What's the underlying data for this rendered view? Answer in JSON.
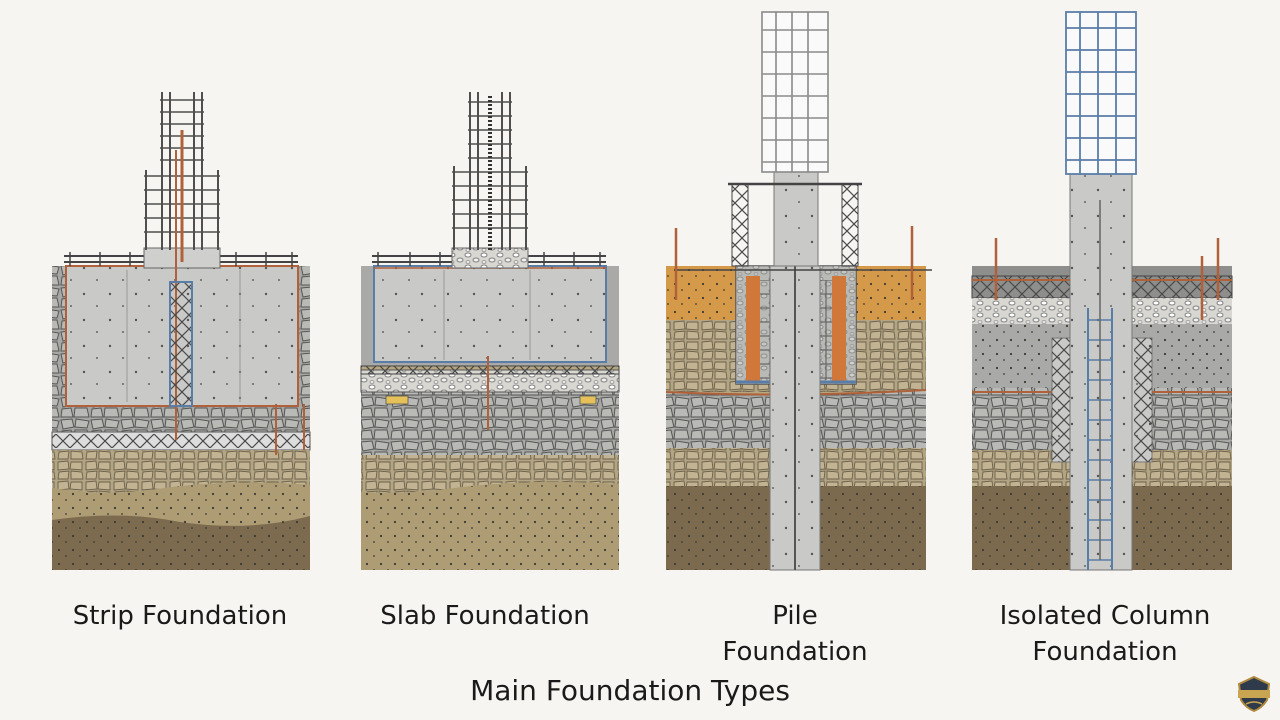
{
  "labels": {
    "strip": "Strip Foundation",
    "slab": "Slab Foundation",
    "pile_line1": "Pile",
    "pile_line2": "Foundation",
    "iso_line1": "Isolated Column",
    "iso_line2": "Foundation"
  },
  "title": "Main Foundation Types",
  "colors": {
    "background": "#f6f5f1",
    "concrete": "#c9c9c7",
    "concrete_dark": "#a9a9a7",
    "gravel": "#b7b5b0",
    "stone": "#a2a39f",
    "soil_light": "#b7a781",
    "soil_mid": "#9b8a66",
    "soil_dark": "#7b6a4e",
    "topsoil_orange": "#d49a4a",
    "rebar": "#4f4f4f",
    "rebar_copper": "#b0613a",
    "rebar_blue": "#5a7da8"
  },
  "icons": {
    "logo": "shield-emblem-icon"
  }
}
